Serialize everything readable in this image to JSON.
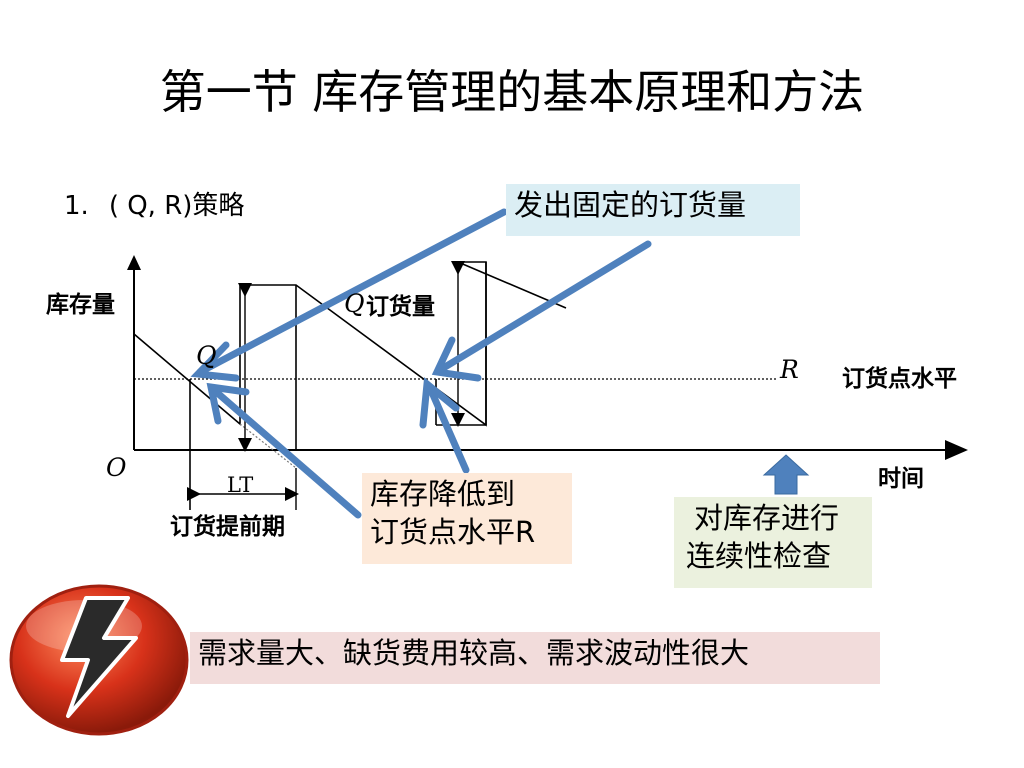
{
  "title": "第一节 库存管理的基本原理和方法",
  "list": {
    "number": "1.",
    "text": "( Q, R)策略"
  },
  "callouts": {
    "fixed_quantity": "发出固定的订货量",
    "reorder_line1": "库存降低到",
    "reorder_line2": "订货点水平R",
    "continuous_line1": "对库存进行",
    "continuous_line2": "连续性检查",
    "demand": "需求量大、缺货费用较高、需求波动性很大"
  },
  "diagram": {
    "y_axis_label": "库存量",
    "x_axis_label": "时间",
    "origin_label": "O",
    "q_letter": "Q",
    "q_order_label": "订货量",
    "q_letter_small": "Q",
    "r_letter": "R",
    "reorder_level_label": "订货点水平",
    "lt_label": "LT",
    "lead_time_label": "订货提前期"
  },
  "icons": {
    "lightning": "lightning-icon"
  },
  "colors": {
    "arrow": "#4f81bd",
    "callout_blue": "#dbeef4",
    "callout_orange": "#fde9d9",
    "callout_green": "#ebf1de",
    "callout_red": "#f2dcdb",
    "icon_red": "#d8321a"
  }
}
